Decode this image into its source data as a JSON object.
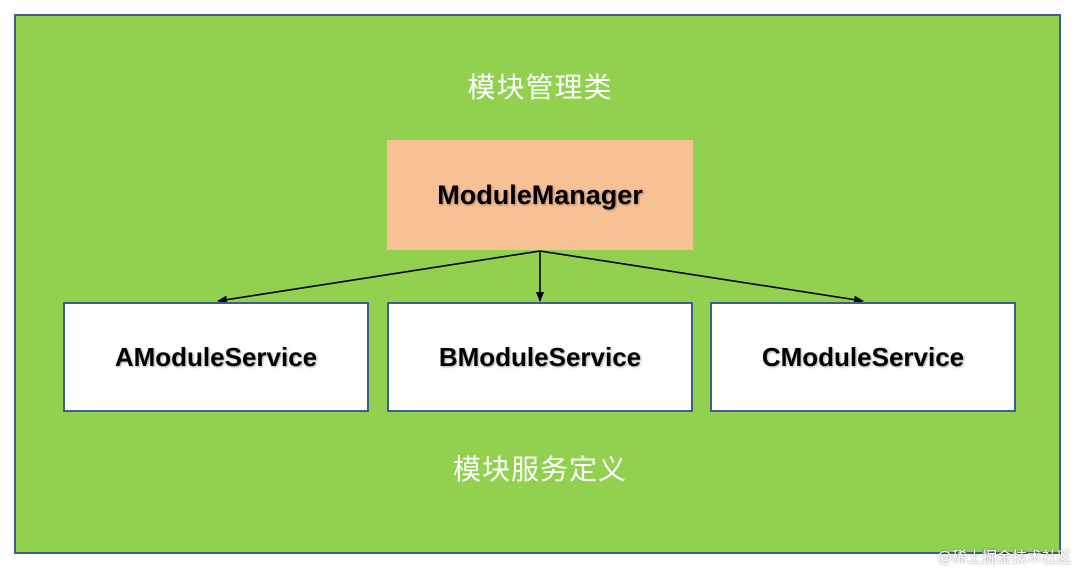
{
  "diagram": {
    "manager_caption": "模块管理类",
    "service_caption": "模块服务定义",
    "manager": {
      "label": "ModuleManager"
    },
    "services": [
      {
        "label": "AModuleService"
      },
      {
        "label": "BModuleService"
      },
      {
        "label": "CModuleService"
      }
    ],
    "edges": [
      {
        "from": "ModuleManager",
        "to": "AModuleService"
      },
      {
        "from": "ModuleManager",
        "to": "BModuleService"
      },
      {
        "from": "ModuleManager",
        "to": "CModuleService"
      }
    ]
  },
  "colors": {
    "background": "#92d050",
    "frame_border": "#3d5f8a",
    "manager_fill": "#f8c194",
    "service_fill": "#ffffff"
  },
  "watermark": "@稀土掘金技术社区"
}
